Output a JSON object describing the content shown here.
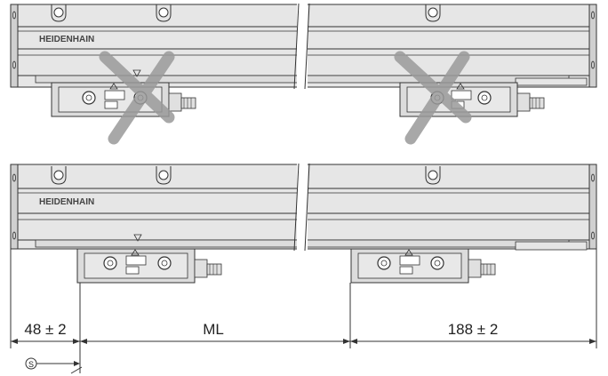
{
  "brand": "HEIDENHAIN",
  "dimensions": {
    "left": "48 ± 2",
    "middle": "ML",
    "right": "188 ± 2"
  },
  "datum_symbol": "S",
  "colors": {
    "scale_fill": "#e6e6e6",
    "scale_band": "#d6d6d6",
    "outline": "#333333",
    "cross": "#9a9a9a",
    "head_fill": "#dcdcdc"
  },
  "icons": [
    "cross-mark-icon",
    "triangle-marker-icon",
    "datum-s-icon"
  ]
}
